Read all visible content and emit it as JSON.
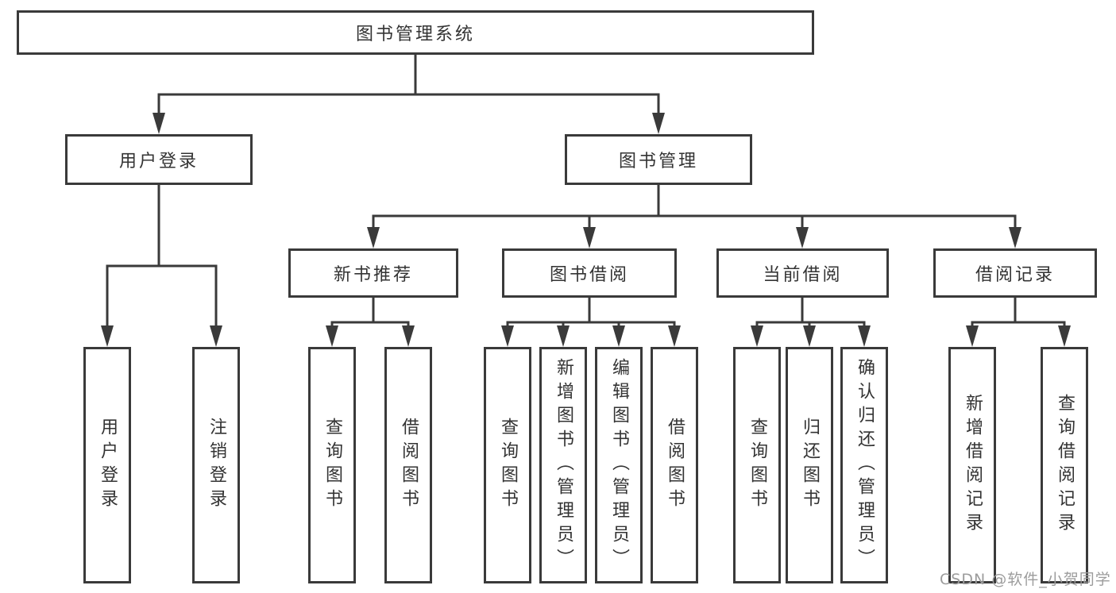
{
  "tree": {
    "root": {
      "label": "图书管理系统"
    },
    "branches": [
      {
        "label": "用户登录",
        "children": [
          "用户登录",
          "注销登录"
        ]
      },
      {
        "label": "图书管理",
        "sections": [
          {
            "label": "新书推荐",
            "children": [
              "查询图书",
              "借阅图书"
            ]
          },
          {
            "label": "图书借阅",
            "children": [
              "查询图书",
              "新增图书（管理员）",
              "编辑图书（管理员）",
              "借阅图书"
            ]
          },
          {
            "label": "当前借阅",
            "children": [
              "查询图书",
              "归还图书",
              "确认归还（管理员）"
            ]
          },
          {
            "label": "借阅记录",
            "children": [
              "新增借阅记录",
              "查询借阅记录"
            ]
          }
        ]
      }
    ]
  },
  "watermark": "CSDN @软件_小贺同学",
  "colors": {
    "line": "#3a3a3a",
    "text": "#333333",
    "watermark": "#9c9c9c",
    "background": "#ffffff"
  }
}
